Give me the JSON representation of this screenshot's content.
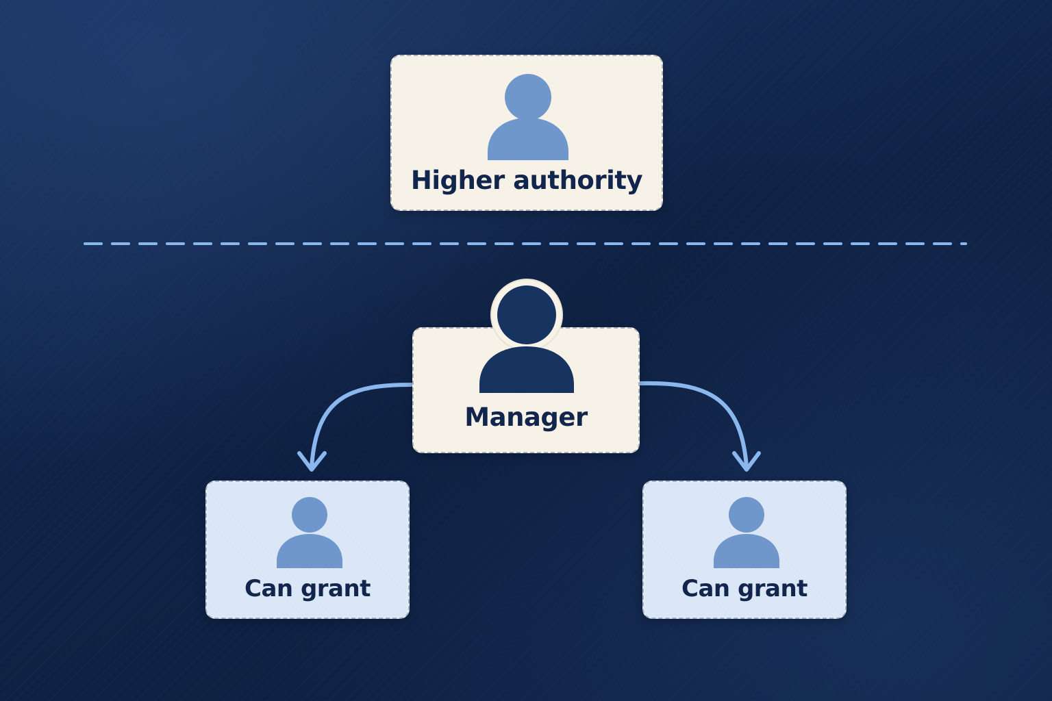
{
  "nodes": {
    "higher": {
      "label": "Higher authority",
      "icon": "person-icon"
    },
    "manager": {
      "label": "Manager",
      "icon": "person-icon"
    },
    "left_report": {
      "label": "Can grant",
      "icon": "person-icon"
    },
    "right_report": {
      "label": "Can grant",
      "icon": "person-icon"
    }
  },
  "colors": {
    "background": "#0f2347",
    "cream_card": "#f7f3e8",
    "blue_card": "#dce8f7",
    "person_light": "#6f97cc",
    "person_dark": "#17335f",
    "arrow": "#8ab8ee",
    "divider": "#8ab8ee",
    "text": "#12264d"
  }
}
